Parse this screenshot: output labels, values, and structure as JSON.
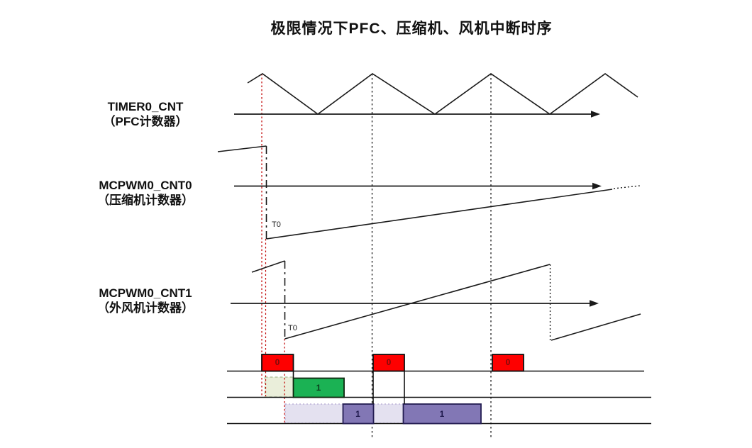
{
  "title": "极限情况下PFC、压缩机、风机中断时序",
  "counters": [
    {
      "name": "TIMER0_CNT",
      "subtitle": "（PFC计数器）",
      "waveform": "triangle"
    },
    {
      "name": "MCPWM0_CNT0",
      "subtitle": "（压缩机计数器）",
      "waveform": "sawtooth",
      "t0": "T0"
    },
    {
      "name": "MCPWM0_CNT1",
      "subtitle": "（外风机计数器）",
      "waveform": "sawtooth",
      "t0": "T0"
    }
  ],
  "interrupts": {
    "pfc": [
      {
        "label": "0"
      },
      {
        "label": "0"
      },
      {
        "label": "0"
      }
    ],
    "compressor": [
      {
        "label": "1"
      }
    ],
    "fan": [
      {
        "label": "1"
      },
      {
        "label": "1"
      }
    ]
  },
  "colors": {
    "pulse_red": "#fe0000",
    "pulse_green": "#1bb254",
    "pulse_purple": "#8277b5",
    "ghost_green": "#eaeeda",
    "ghost_purple": "#e4e1f0",
    "guide_red": "#c00000",
    "line_black": "#1a1a1a"
  }
}
